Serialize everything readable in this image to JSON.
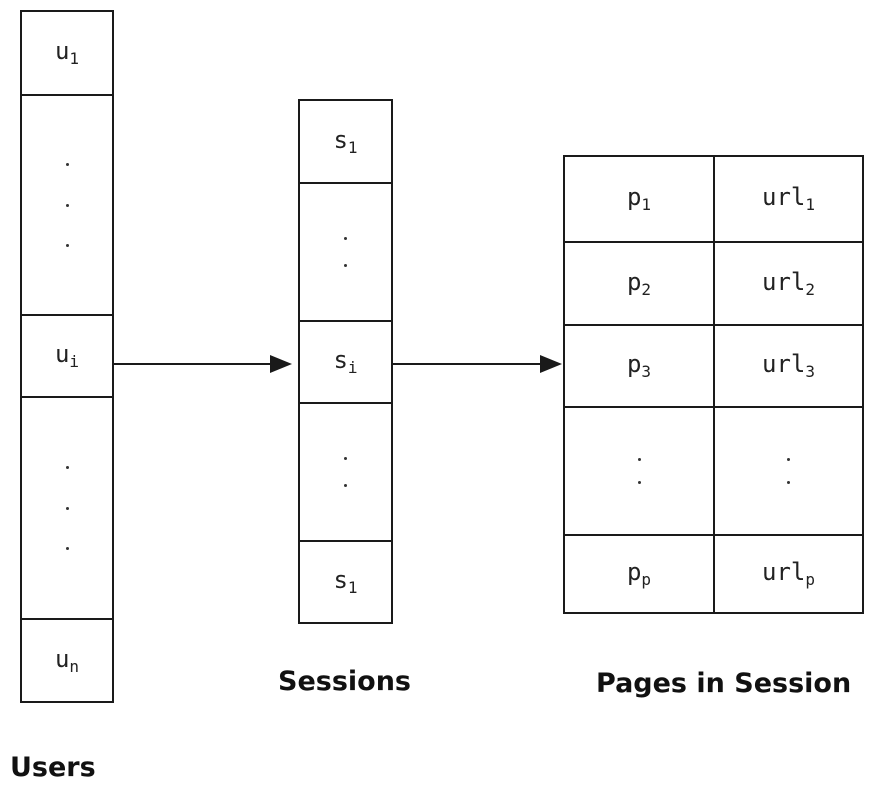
{
  "users": {
    "caption": "Users",
    "first": {
      "base": "u",
      "sub": "1"
    },
    "middle": {
      "base": "u",
      "sub": "i"
    },
    "last": {
      "base": "u",
      "sub": "n"
    }
  },
  "sessions": {
    "caption": "Sessions",
    "first": {
      "base": "s",
      "sub": "1"
    },
    "middle": {
      "base": "s",
      "sub": "i"
    },
    "last": {
      "base": "s",
      "sub": "1"
    }
  },
  "pages": {
    "caption": "Pages in Session",
    "rows": [
      {
        "page": {
          "base": "p",
          "sub": "1"
        },
        "url": {
          "base": "url",
          "sub": "1"
        }
      },
      {
        "page": {
          "base": "p",
          "sub": "2"
        },
        "url": {
          "base": "url",
          "sub": "2"
        }
      },
      {
        "page": {
          "base": "p",
          "sub": "3"
        },
        "url": {
          "base": "url",
          "sub": "3"
        }
      },
      {
        "page": {
          "base": "p",
          "sub": "p"
        },
        "url": {
          "base": "url",
          "sub": "p"
        }
      }
    ]
  }
}
